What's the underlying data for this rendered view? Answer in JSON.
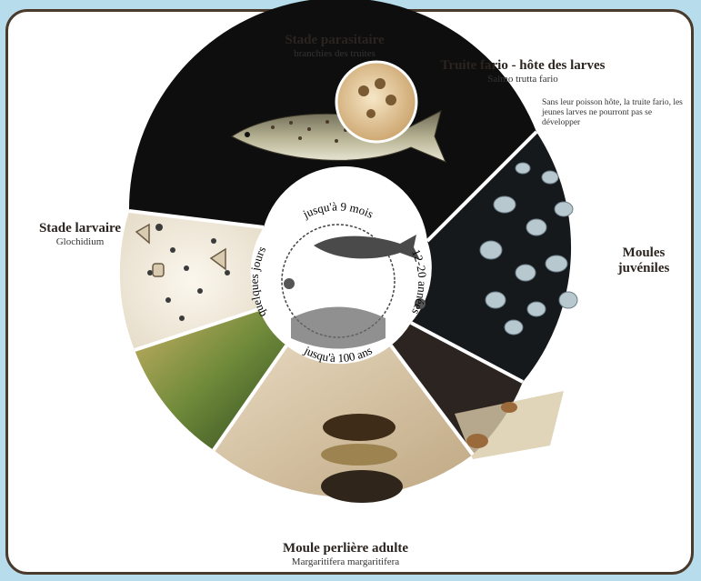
{
  "stages": {
    "parasitic": {
      "title": "Stade parasitaire",
      "subtitle": "branchies des truites"
    },
    "host": {
      "title": "Truite fario - hôte des larves",
      "subtitle": "Salmo trutta fario",
      "note": "Sans leur poisson hôte, la truite fario, les jeunes larves ne pourront pas se développer"
    },
    "juvenile": {
      "title_line1": "Moules",
      "title_line2": "juvéniles"
    },
    "larval": {
      "title": "Stade larvaire",
      "subtitle": "Glochidium"
    },
    "adult": {
      "title": "Moule perlière adulte",
      "subtitle": "Margaritifera margaritifera"
    }
  },
  "cycle": {
    "top": "jusqu'à 9 mois",
    "right": "12-20 années",
    "bottom": "jusqu'à 100 ans",
    "left": "quelques jours"
  },
  "colors": {
    "frame_border": "#4a3a2b",
    "background": "#b7dcec",
    "ring_dark": "#111111"
  }
}
